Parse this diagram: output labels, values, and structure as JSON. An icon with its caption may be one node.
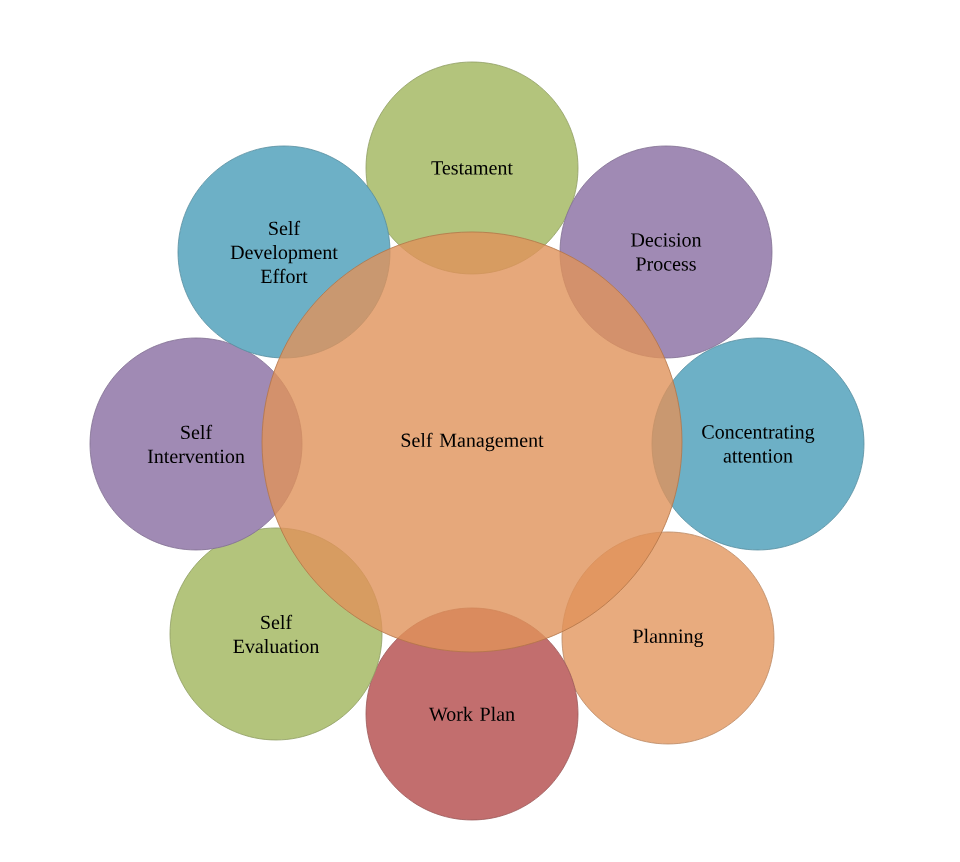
{
  "diagram": {
    "nodes": [
      {
        "text": [
          "Self Management"
        ]
      },
      {
        "text": [
          "Testament"
        ]
      },
      {
        "text": [
          "Decision Process"
        ]
      },
      {
        "text": [
          "Concentrating attention"
        ]
      },
      {
        "text": [
          "Planning"
        ]
      },
      {
        "text": [
          "Work Plan"
        ]
      },
      {
        "text": [
          "Self Evaluation"
        ]
      },
      {
        "text": [
          "Self Intervention"
        ]
      },
      {
        "text": [
          "Self Development Effort"
        ]
      }
    ]
  }
}
